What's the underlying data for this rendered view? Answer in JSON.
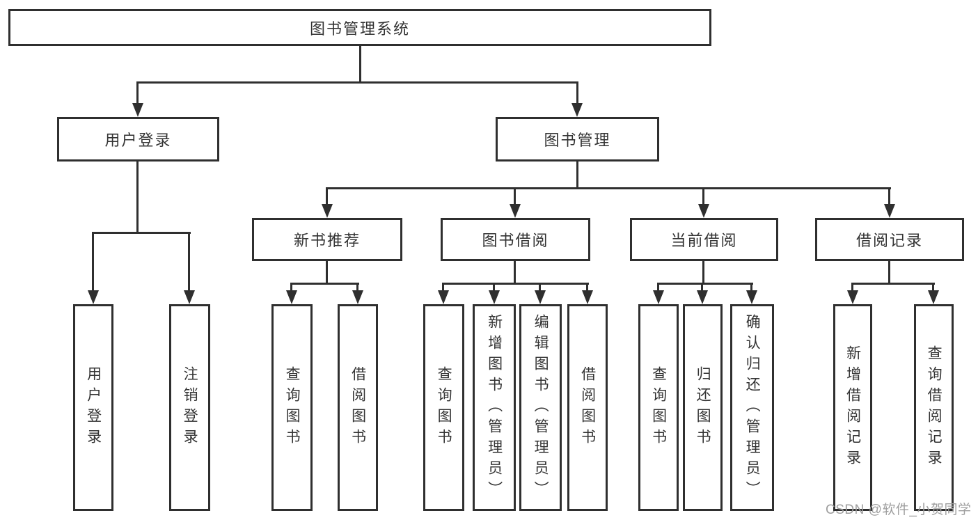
{
  "diagram": {
    "root": {
      "label": "图书管理系统"
    },
    "branches": [
      {
        "label": "用户登录",
        "children": [
          {
            "label": "用户登录"
          },
          {
            "label": "注销登录"
          }
        ]
      },
      {
        "label": "图书管理",
        "children": [
          {
            "label": "新书推荐",
            "children": [
              {
                "label": "查询图书"
              },
              {
                "label": "借阅图书"
              }
            ]
          },
          {
            "label": "图书借阅",
            "children": [
              {
                "label": "查询图书"
              },
              {
                "label": "新增图书（管理员）"
              },
              {
                "label": "编辑图书（管理员）"
              },
              {
                "label": "借阅图书"
              }
            ]
          },
          {
            "label": "当前借阅",
            "children": [
              {
                "label": "查询图书"
              },
              {
                "label": "归还图书"
              },
              {
                "label": "确认归还（管理员）"
              }
            ]
          },
          {
            "label": "借阅记录",
            "children": [
              {
                "label": "新增借阅记录"
              },
              {
                "label": "查询借阅记录"
              }
            ]
          }
        ]
      }
    ],
    "watermark": "CSDN @软件_小贺同学",
    "colors": {
      "line": "#2f2f2f",
      "text": "#333333",
      "watermark": "#9e9e9e",
      "background": "#ffffff"
    }
  }
}
